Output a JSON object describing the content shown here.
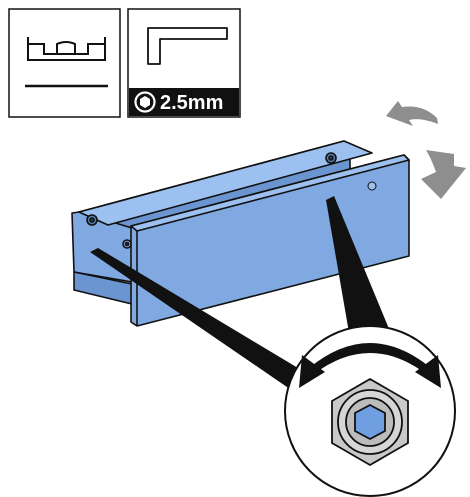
{
  "tools": {
    "level": {
      "icon": "spirit-level-icon"
    },
    "hex_key": {
      "icon": "hex-key-icon",
      "size_label": "2.5mm",
      "badge_icon": "hex-socket-icon"
    }
  },
  "illustration": {
    "part": "bracket",
    "rotate_hint_icons": [
      "rotate-arrow-up-icon",
      "rotate-arrow-down-icon"
    ],
    "detail": {
      "icon": "adjustment-screw-detail",
      "action_icon": "rotate-both-directions-icon"
    }
  },
  "colors": {
    "line": "#111111",
    "bracket_fill": "#7fa9e0",
    "bracket_fill_dark": "#6a95d0",
    "bracket_fill_light": "#9cc0ef",
    "arrow_grey": "#8e8e8e",
    "screw_grey": "#c9c9c9",
    "socket_blue": "#6f9fe0",
    "badge_bg": "#111111"
  }
}
